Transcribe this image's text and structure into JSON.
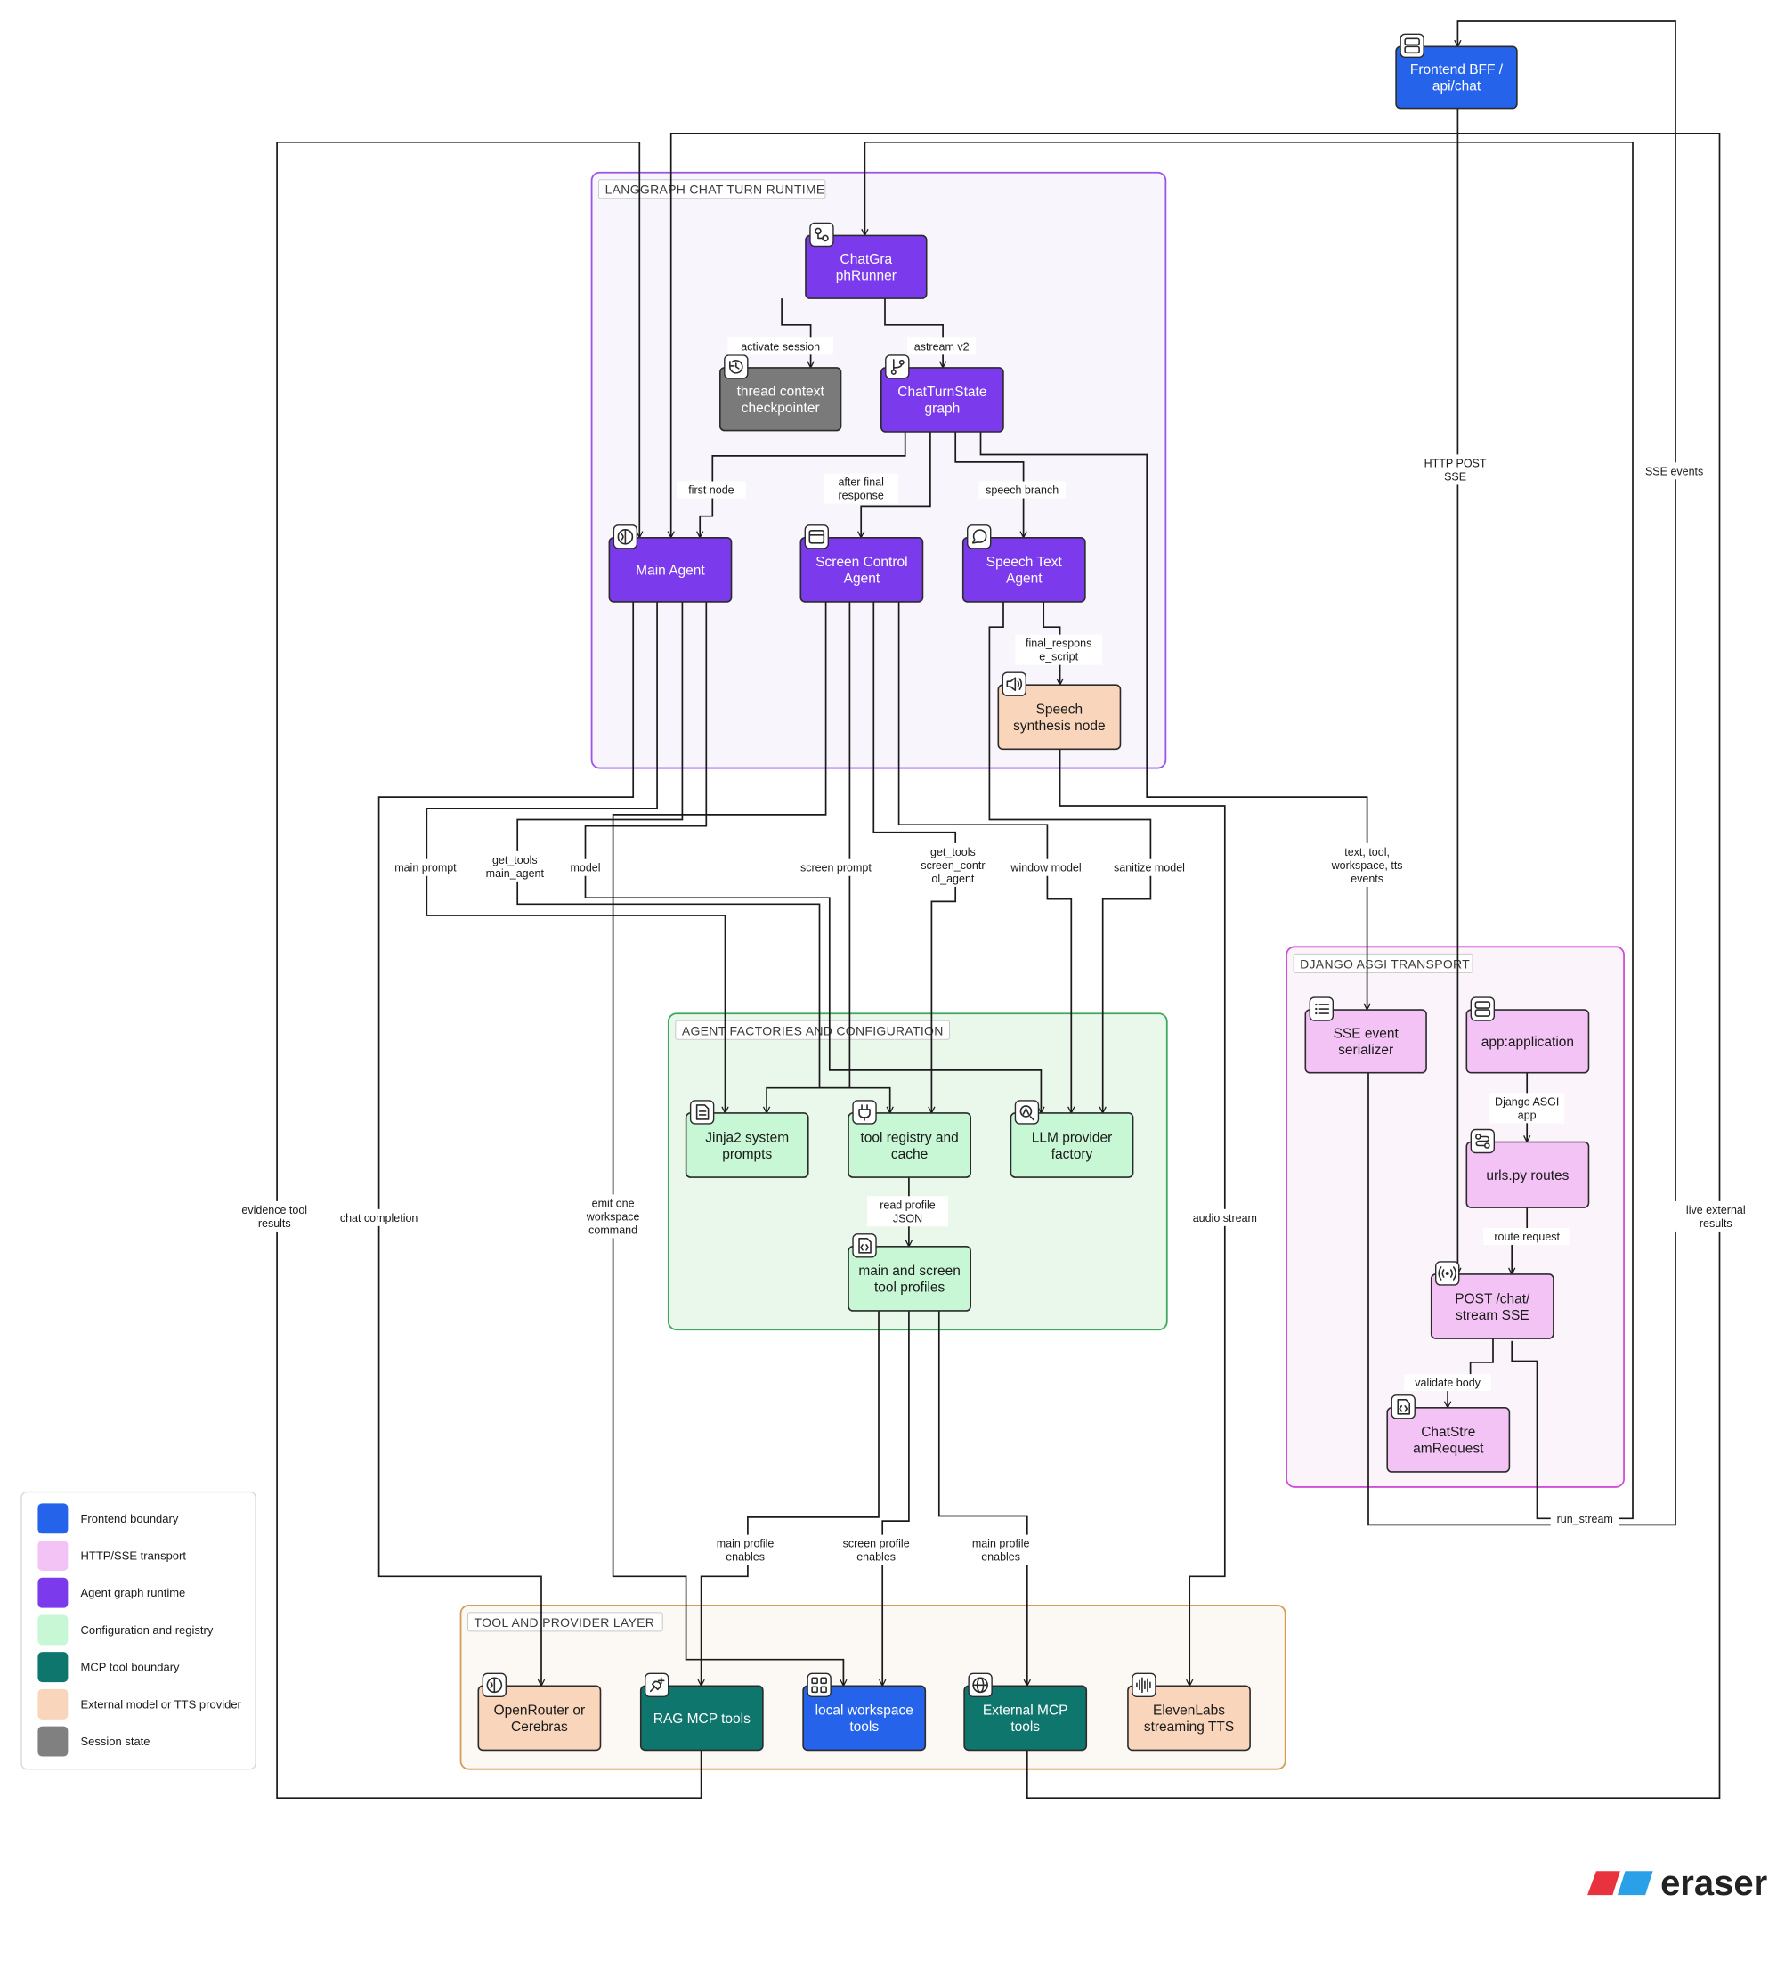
{
  "groups": [
    {
      "id": "g_lang",
      "title": "LANGGRAPH CHAT TURN RUNTIME",
      "stroke": "#9a55e8",
      "fill": "#f8f5fc"
    },
    {
      "id": "g_django",
      "title": "DJANGO ASGI TRANSPORT",
      "stroke": "#d04fd8",
      "fill": "#fbf4fb"
    },
    {
      "id": "g_agent",
      "title": "AGENT FACTORIES AND CONFIGURATION",
      "stroke": "#3fa85f",
      "fill": "#eaf8ec"
    },
    {
      "id": "g_tool",
      "title": "TOOL AND PROVIDER LAYER",
      "stroke": "#d49e5a",
      "fill": "#fcf8f3"
    }
  ],
  "nodes": [
    {
      "id": "bff",
      "lines": [
        "Frontend BFF /",
        "api/chat"
      ],
      "kind": "frontend",
      "icon": "server-icon"
    },
    {
      "id": "runner",
      "lines": [
        "ChatGra",
        "phRunner"
      ],
      "kind": "agent",
      "icon": "graph-icon"
    },
    {
      "id": "checkpointer",
      "lines": [
        "thread context",
        "checkpointer"
      ],
      "kind": "session",
      "icon": "history-icon"
    },
    {
      "id": "turngraph",
      "lines": [
        "ChatTurnState",
        "graph"
      ],
      "kind": "agent",
      "icon": "branch-icon"
    },
    {
      "id": "mainagent",
      "lines": [
        "Main Agent"
      ],
      "kind": "agent",
      "icon": "brain-icon"
    },
    {
      "id": "screenagent",
      "lines": [
        "Screen Control",
        "Agent"
      ],
      "kind": "agent",
      "icon": "window-icon"
    },
    {
      "id": "speechagent",
      "lines": [
        "Speech Text",
        "Agent"
      ],
      "kind": "agent",
      "icon": "chat-bubble-icon"
    },
    {
      "id": "speechsynth",
      "lines": [
        "Speech",
        "synthesis node"
      ],
      "kind": "external",
      "icon": "speaker-icon"
    },
    {
      "id": "sseser",
      "lines": [
        "SSE event",
        "serializer"
      ],
      "kind": "transport",
      "icon": "list-icon"
    },
    {
      "id": "appapp",
      "lines": [
        "app:application"
      ],
      "kind": "transport",
      "icon": "server-icon"
    },
    {
      "id": "urls",
      "lines": [
        "urls.py routes"
      ],
      "kind": "transport",
      "icon": "route-icon"
    },
    {
      "id": "poststream",
      "lines": [
        "POST /chat/",
        "stream SSE"
      ],
      "kind": "transport",
      "icon": "broadcast-icon"
    },
    {
      "id": "chatreq",
      "lines": [
        "ChatStre",
        "amRequest"
      ],
      "kind": "transport",
      "icon": "code-file-icon"
    },
    {
      "id": "jinja",
      "lines": [
        "Jinja2 system",
        "prompts"
      ],
      "kind": "config",
      "icon": "document-icon"
    },
    {
      "id": "toolreg",
      "lines": [
        "tool registry and",
        "cache"
      ],
      "kind": "config",
      "icon": "plug-icon"
    },
    {
      "id": "llmfac",
      "lines": [
        "LLM provider",
        "factory"
      ],
      "kind": "config",
      "icon": "ai-icon"
    },
    {
      "id": "profiles",
      "lines": [
        "main and screen",
        "tool profiles"
      ],
      "kind": "config",
      "icon": "code-file-icon"
    },
    {
      "id": "openrouter",
      "lines": [
        "OpenRouter or",
        "Cerebras"
      ],
      "kind": "external",
      "icon": "brain-icon"
    },
    {
      "id": "ragmcp",
      "lines": [
        "RAG MCP tools"
      ],
      "kind": "mcp",
      "icon": "plug-plus-icon"
    },
    {
      "id": "localws",
      "lines": [
        "local workspace",
        "tools"
      ],
      "kind": "frontend",
      "icon": "apps-icon"
    },
    {
      "id": "extmcp",
      "lines": [
        "External MCP",
        "tools"
      ],
      "kind": "mcp",
      "icon": "globe-icon"
    },
    {
      "id": "eleven",
      "lines": [
        "ElevenLabs",
        "streaming TTS"
      ],
      "kind": "external",
      "icon": "waveform-icon"
    }
  ],
  "edge_labels": [
    {
      "id": "l_activate",
      "lines": [
        "activate session"
      ]
    },
    {
      "id": "l_astream",
      "lines": [
        "astream v2"
      ]
    },
    {
      "id": "l_first",
      "lines": [
        "first node"
      ]
    },
    {
      "id": "l_after",
      "lines": [
        "after final",
        "response"
      ]
    },
    {
      "id": "l_speechbr",
      "lines": [
        "speech branch"
      ]
    },
    {
      "id": "l_finalresp",
      "lines": [
        "final_respons",
        "e_script"
      ]
    },
    {
      "id": "l_httppost",
      "lines": [
        "HTTP POST",
        "SSE"
      ]
    },
    {
      "id": "l_sseevents",
      "lines": [
        "SSE events"
      ]
    },
    {
      "id": "l_mainprompt",
      "lines": [
        "main prompt"
      ]
    },
    {
      "id": "l_gettools_main",
      "lines": [
        "get_tools",
        "main_agent"
      ]
    },
    {
      "id": "l_model",
      "lines": [
        "model"
      ]
    },
    {
      "id": "l_screenprompt",
      "lines": [
        "screen prompt"
      ]
    },
    {
      "id": "l_gettools_screen",
      "lines": [
        "get_tools",
        "screen_contr",
        "ol_agent"
      ]
    },
    {
      "id": "l_windowmodel",
      "lines": [
        "window model"
      ]
    },
    {
      "id": "l_sanitize",
      "lines": [
        "sanitize model"
      ]
    },
    {
      "id": "l_texttool",
      "lines": [
        "text, tool,",
        "workspace, tts",
        "events"
      ]
    },
    {
      "id": "l_djangoasgi",
      "lines": [
        "Django ASGI",
        "app"
      ]
    },
    {
      "id": "l_routereq",
      "lines": [
        "route request"
      ]
    },
    {
      "id": "l_validate",
      "lines": [
        "validate body"
      ]
    },
    {
      "id": "l_runstream",
      "lines": [
        "run_stream"
      ]
    },
    {
      "id": "l_readprofile",
      "lines": [
        "read profile",
        "JSON"
      ]
    },
    {
      "id": "l_evidence",
      "lines": [
        "evidence tool",
        "results"
      ]
    },
    {
      "id": "l_chatcomp",
      "lines": [
        "chat completion"
      ]
    },
    {
      "id": "l_emit",
      "lines": [
        "emit one",
        "workspace",
        "command"
      ]
    },
    {
      "id": "l_audio",
      "lines": [
        "audio stream"
      ]
    },
    {
      "id": "l_liveext",
      "lines": [
        "live external",
        "results"
      ]
    },
    {
      "id": "l_mainprof1",
      "lines": [
        "main profile",
        "enables"
      ]
    },
    {
      "id": "l_screenprof",
      "lines": [
        "screen profile",
        "enables"
      ]
    },
    {
      "id": "l_mainprof2",
      "lines": [
        "main profile",
        "enables"
      ]
    }
  ],
  "legend": [
    {
      "label": "Frontend boundary",
      "color": "#2563eb"
    },
    {
      "label": "HTTP/SSE transport",
      "color": "#f4c3f5"
    },
    {
      "label": "Agent graph runtime",
      "color": "#7c3aed"
    },
    {
      "label": "Configuration and registry",
      "color": "#c7f7d4"
    },
    {
      "label": "MCP tool boundary",
      "color": "#0f766e"
    },
    {
      "label": "External model or TTS provider",
      "color": "#f8d5bb"
    },
    {
      "label": "Session state",
      "color": "#808080"
    }
  ],
  "kind_colors": {
    "frontend": {
      "fill": "#2563eb",
      "text": "#ffffff"
    },
    "agent": {
      "fill": "#7c3aed",
      "text": "#ffffff"
    },
    "session": {
      "fill": "#7a7a7a",
      "text": "#ffffff"
    },
    "transport": {
      "fill": "#f4c3f5",
      "text": "#1a1a1a"
    },
    "config": {
      "fill": "#c7f7d4",
      "text": "#1a1a1a"
    },
    "mcp": {
      "fill": "#0f766e",
      "text": "#ffffff"
    },
    "external": {
      "fill": "#f8d5bb",
      "text": "#1a1a1a"
    }
  },
  "brand": {
    "name": "eraser",
    "mark_colors": [
      "#e8333f",
      "#2aa0e8"
    ]
  }
}
